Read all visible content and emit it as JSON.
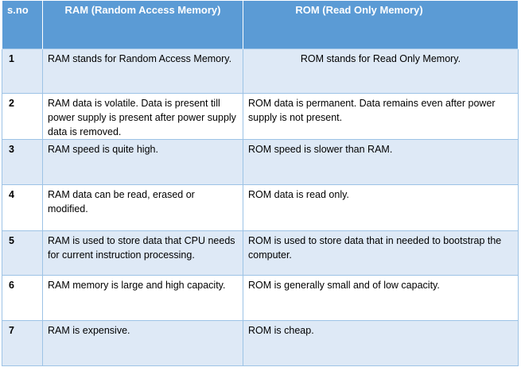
{
  "table": {
    "headers": [
      "s.no",
      "RAM (Random Access Memory)",
      "ROM (Read Only Memory)"
    ],
    "rows": [
      {
        "sno": "1",
        "ram": "RAM stands for Random Access Memory.",
        "rom": "ROM stands for Read Only Memory."
      },
      {
        "sno": "2",
        "ram": "RAM data is volatile. Data is present till power supply is present after power supply data is removed.",
        "rom": "ROM data is permanent. Data remains even after power supply is not present."
      },
      {
        "sno": "3",
        "ram": "RAM speed is quite high.",
        "rom": "ROM speed is slower than RAM."
      },
      {
        "sno": "4",
        "ram": "RAM data can be read, erased or modified.",
        "rom": "ROM data is read only."
      },
      {
        "sno": "5",
        "ram": "RAM is used to store data that CPU needs for current instruction processing.",
        "rom": "ROM is used to store data that in needed to bootstrap the computer."
      },
      {
        "sno": "6",
        "ram": "RAM memory is large and high capacity.",
        "rom": "ROM is generally small and of low capacity."
      },
      {
        "sno": "7",
        "ram": "RAM is expensive.",
        "rom": "ROM is cheap."
      }
    ]
  },
  "colors": {
    "header_bg": "#5b9bd5",
    "odd_row_bg": "#dee9f6",
    "even_row_bg": "#ffffff",
    "border": "#9dc3e6"
  }
}
